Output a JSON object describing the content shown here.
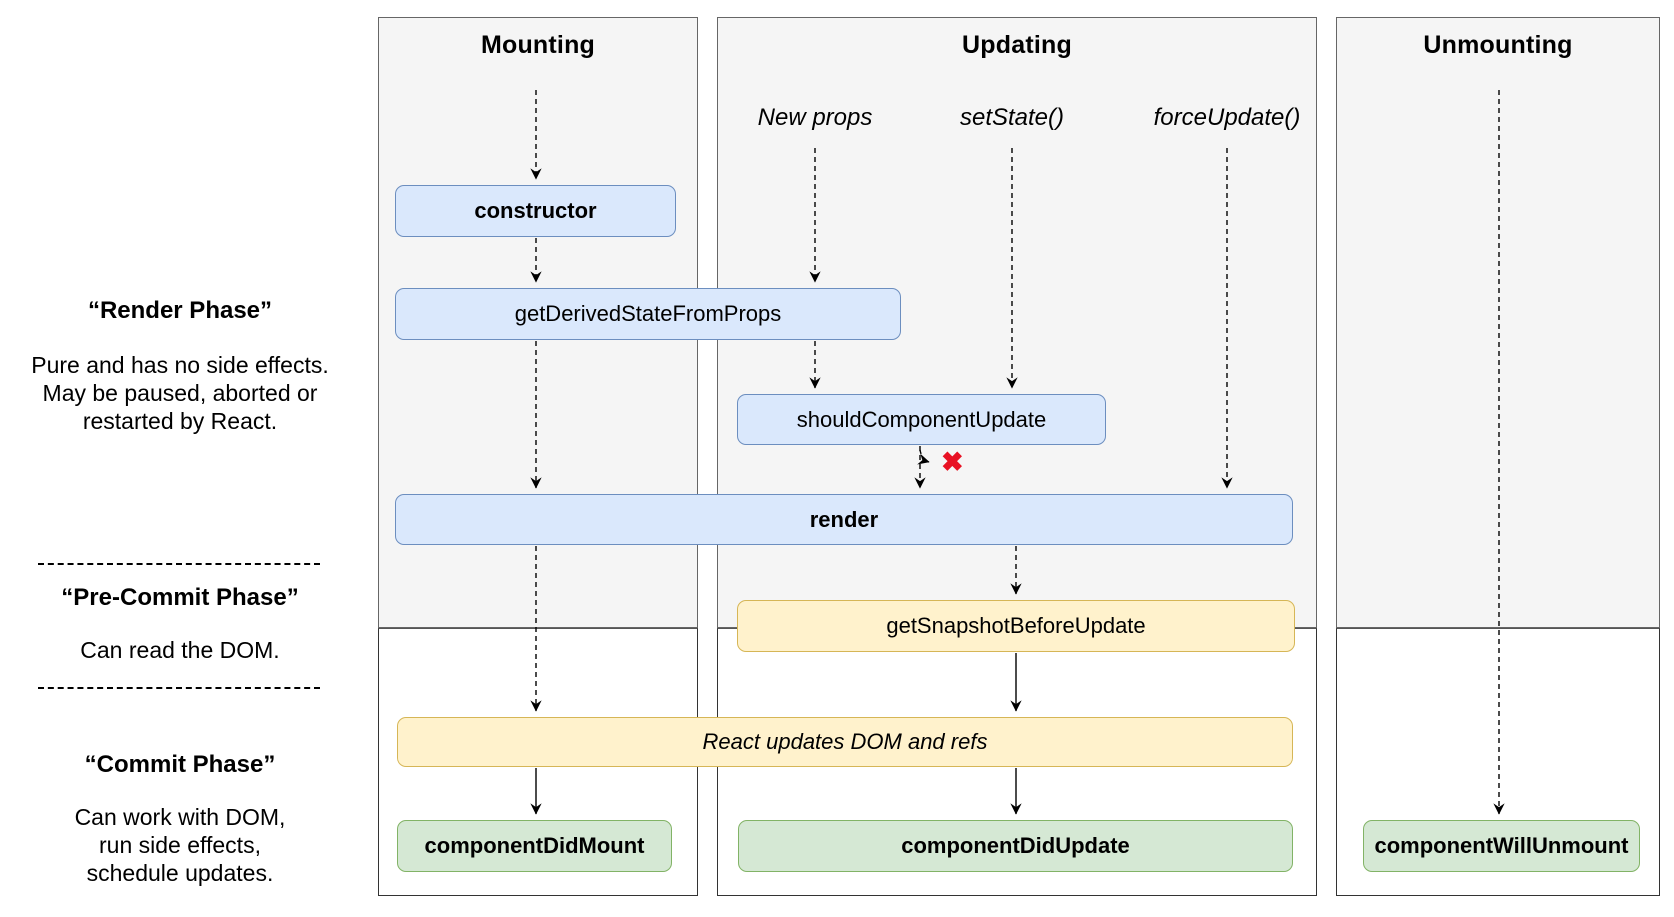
{
  "diagram": {
    "panels": [
      {
        "id": "mounting",
        "title": "Mounting"
      },
      {
        "id": "updating",
        "title": "Updating"
      },
      {
        "id": "unmounting",
        "title": "Unmounting"
      }
    ],
    "triggers": [
      "New props",
      "setState()",
      "forceUpdate()"
    ],
    "methods": {
      "constructor": "constructor",
      "getDerivedStateFromProps": "getDerivedStateFromProps",
      "shouldComponentUpdate": "shouldComponentUpdate",
      "render": "render",
      "getSnapshotBeforeUpdate": "getSnapshotBeforeUpdate",
      "reactUpdates": "React updates DOM and refs",
      "componentDidMount": "componentDidMount",
      "componentDidUpdate": "componentDidUpdate",
      "componentWillUnmount": "componentWillUnmount"
    },
    "phases": [
      {
        "title": "“Render Phase”",
        "lines": [
          "Pure and has no side effects.",
          "May be paused, aborted or",
          "restarted by React."
        ]
      },
      {
        "title": "“Pre-Commit Phase”",
        "lines": [
          "Can read the DOM."
        ]
      },
      {
        "title": "“Commit Phase”",
        "lines": [
          "Can work with DOM,",
          "run side effects,",
          "schedule updates."
        ]
      }
    ],
    "icons": {
      "no_update": "✖"
    },
    "colors": {
      "box_blue": "#dae8fc",
      "box_blue_border": "#6c8ebf",
      "box_yellow": "#fff2cc",
      "box_yellow_border": "#d6b656",
      "box_green": "#d5e8d4",
      "box_green_border": "#82b366",
      "panel_bg": "#f5f5f5",
      "panel_border": "#666666",
      "no_update_red": "#e81123",
      "arrow": "#000000"
    }
  }
}
